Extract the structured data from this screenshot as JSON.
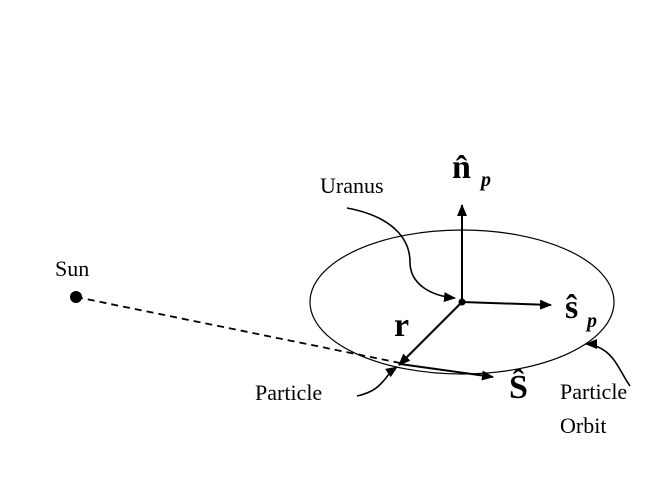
{
  "labels": {
    "sun": "Sun",
    "uranus": "Uranus",
    "particle": "Particle",
    "particle_orbit_line1": "Particle",
    "particle_orbit_line2": "Orbit",
    "n_hat": "n̂",
    "n_sub": "p",
    "s_hat": "ŝ",
    "s_sub": "p",
    "S_hat": "Ŝ",
    "r": "r"
  }
}
